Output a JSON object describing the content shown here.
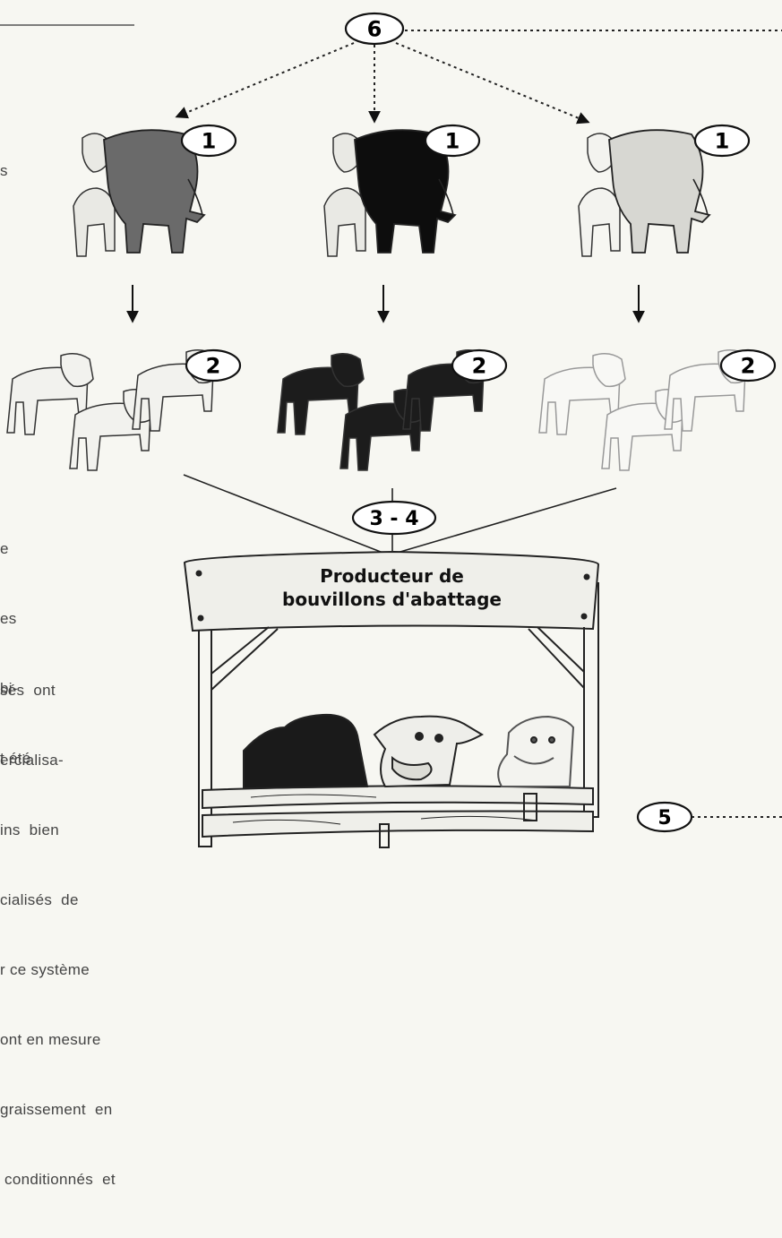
{
  "diagram": {
    "nodes": {
      "sires": {
        "label": "1",
        "shade": [
          "#6a6a6a",
          "#0d0d0d",
          "#d7d7d2"
        ]
      },
      "calves": {
        "label": "2",
        "shade": [
          "#f2f2ee",
          "#1c1c1c",
          "#f8f8f5"
        ]
      },
      "merge": {
        "label": "3 - 4"
      },
      "source": {
        "label": "6"
      },
      "output": {
        "label": "5"
      },
      "producer": {
        "line1": "Producteur de",
        "line2": "bouvillons d'abattage"
      }
    },
    "side_text": {
      "upper": [
        "s"
      ],
      "lower_a": [
        "e",
        "es",
        "bi-",
        "t été"
      ],
      "lower_b": [
        "sés  ont",
        "ercialisa-",
        "ins  bien",
        "cialisés  de",
        "r ce système",
        "ont en mesure",
        "graissement  en",
        " conditionnés  et"
      ]
    }
  },
  "colors": {
    "ink": "#111111",
    "paper": "#f7f7f2",
    "wood": "#efefea",
    "rule": "#555555"
  }
}
